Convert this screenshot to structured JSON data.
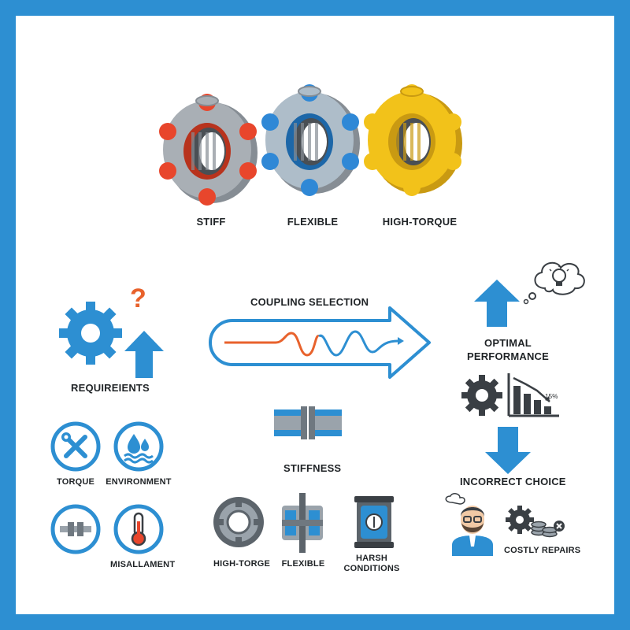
{
  "couplings": [
    {
      "label": "STIFF",
      "color": "#e8462c",
      "color_dark": "#b8331d"
    },
    {
      "label": "FLEXIBLE",
      "color": "#2f88d6",
      "color_dark": "#1d67a8"
    },
    {
      "label": "HIGH-TORQUE",
      "color": "#f2c21a",
      "color_dark": "#c99a12"
    }
  ],
  "flow": {
    "title": "COUPLING SELECTION",
    "colors": {
      "arrow": "#2d8fd2",
      "signal_start": "#e8622c",
      "signal_end": "#2d8fd2"
    }
  },
  "requirements": {
    "title": "REQUIREIENTS",
    "question_mark": "?",
    "items": [
      {
        "label": "TORQUE",
        "icon": "wrench-screwdriver-icon"
      },
      {
        "label": "ENVIRONMENT",
        "icon": "water-drops-icon"
      },
      {
        "label": "",
        "icon": "shaft-coupling-icon"
      },
      {
        "label": "MISALLAMENT",
        "icon": "thermometer-icon"
      }
    ]
  },
  "stiffness": {
    "title": "STIFFNESS",
    "items": [
      {
        "label": "HIGH-TORGE",
        "icon": "gear-ring-icon"
      },
      {
        "label": "FLEXIBLE",
        "icon": "flexible-coupling-icon"
      },
      {
        "label": "HARSH",
        "label2": "CONDITIONS",
        "icon": "sealed-housing-icon"
      }
    ]
  },
  "optimal": {
    "title_line1": "OPTIMAL",
    "title_line2": "PERFORMANCE",
    "chart_label": "15%",
    "icons": [
      "lightbulb-thought-icon",
      "up-arrow-icon",
      "gear-icon",
      "bar-chart-icon"
    ]
  },
  "incorrect": {
    "title": "INCORRECT CHOICE",
    "repairs_label": "COSTLY REPAIRS",
    "icons": [
      "person-icon",
      "gear-coins-icon",
      "down-arrow-icon"
    ]
  },
  "colors": {
    "blue": "#2d8fd2",
    "dark": "#3a3f44",
    "gray": "#9aa3ab"
  }
}
